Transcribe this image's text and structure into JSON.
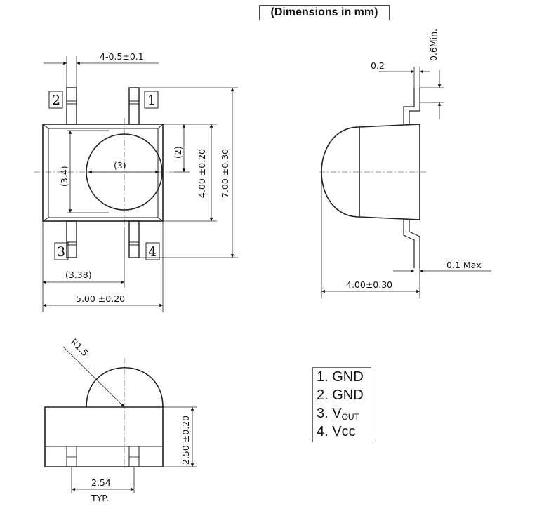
{
  "title": "(Dimensions in mm)",
  "top_view": {
    "lead_pitch": "4-0.5±0.1",
    "pin_labels": [
      "1",
      "2",
      "3",
      "4"
    ],
    "dim_inner_height": "(3.4)",
    "dim_lens_dia": "(3)",
    "dim_lens_offset": "(2)",
    "dim_body_height": "4.00 ±0.20",
    "dim_total_height": "7.00 ±0.30",
    "dim_lead_span": "(3.38)",
    "dim_body_width": "5.00 ±0.20"
  },
  "side_view": {
    "dim_lead_thickness": "0.2",
    "dim_lead_length": "0.6Min.",
    "dim_coplanarity": "0.1 Max",
    "dim_body_length": "4.00±0.30"
  },
  "front_view": {
    "dim_radius": "R1.5",
    "dim_height": "2.50 ±0.20",
    "dim_pitch": "2.54",
    "dim_pitch_note": "TYP."
  },
  "pin_table": [
    {
      "num": "1.",
      "name": "GND",
      "sub": ""
    },
    {
      "num": "2.",
      "name": "GND",
      "sub": ""
    },
    {
      "num": "3.",
      "name": "V",
      "sub": "OUT"
    },
    {
      "num": "4.",
      "name": "Vcc",
      "sub": ""
    }
  ]
}
